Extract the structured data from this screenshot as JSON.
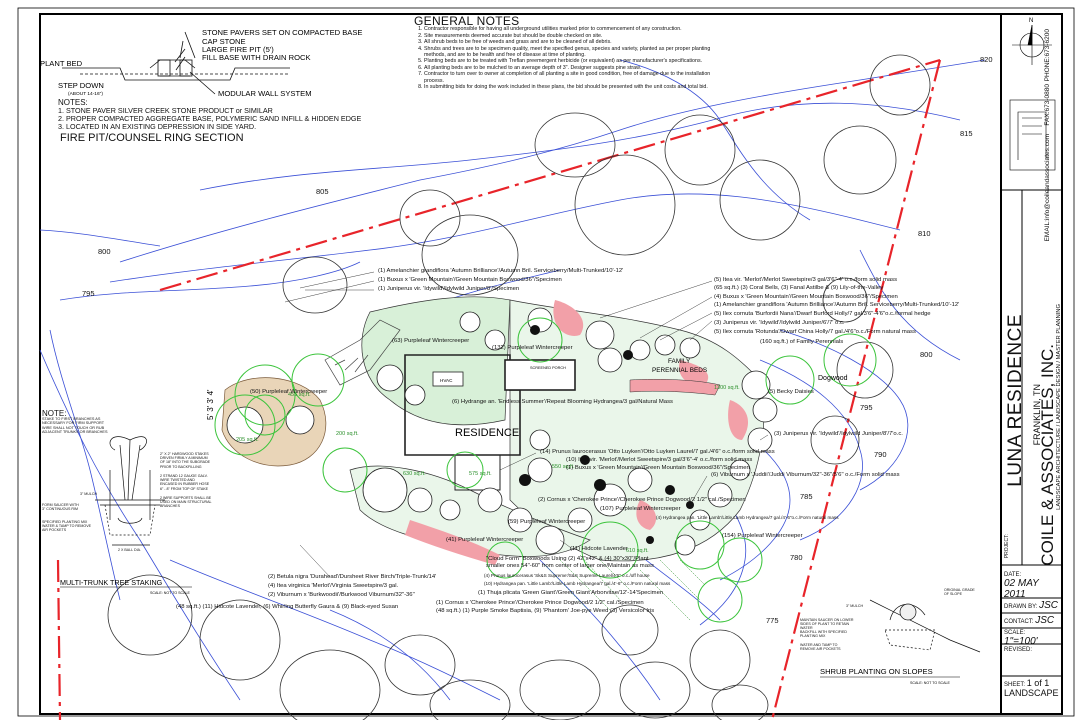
{
  "colors": {
    "ink": "#111111",
    "contour": "#3a4fd6",
    "red": "#e8242a",
    "green": "#3cc43c",
    "pink": "#f2a0a8",
    "tan": "#d9b48a"
  },
  "general_notes": {
    "title": "GENERAL NOTES",
    "items": [
      "Contractor responsible for having all underground utilities marked prior to commencement of any construction.",
      "Site measurements deemed accurate but should be double checked on site.",
      "All shrub beds to be free of weeds and grass and are to be cleaned of all debris.",
      "Shrubs and trees are to be specimen quality, meet the specified genus, species and variety, planted as per proper planting methods, and are to be health and free of disease at time of planting.",
      "Planting beds are to be treated with Treflan preemergent herbicide (or equivalent) as per manufacturer's specifications.",
      "All planting beds are to be mulched to an average depth of 3\". Designer suggests pine straw.",
      "Contractor to turn over to owner at completion of all planting a site in good condition, free of damage due to the installation process.",
      "In submitting bids for doing the work included in these plans, the bid should be presented with the unit costs and total bid."
    ]
  },
  "fire_pit": {
    "labels": [
      "STONE PAVERS SET ON COMPACTED BASE",
      "CAP STONE",
      "LARGE FIRE PIT (5')",
      "FILL BASE WITH DRAIN ROCK",
      "MODULAR WALL SYSTEM"
    ],
    "plant_bed": "PLANT BED",
    "step_down": "STEP DOWN",
    "step_down_sub": "(ABOUT 14-16\")",
    "notes_title": "NOTES:",
    "notes": [
      "1. STONE PAVER SILVER CREEK STONE PRODUCT or SIMILAR",
      "2. PROPER COMPACTED AGGREGATE BASE, POLYMERIC SAND INFILL & HIDDEN EDGE",
      "3. LOCATED IN AN EXISTING DEPRESSION IN SIDE YARD."
    ],
    "section_title": "FIRE PIT/COUNSEL RING SECTION"
  },
  "contours": [
    "820",
    "815",
    "810",
    "805",
    "800",
    "795",
    "790",
    "785",
    "780",
    "775",
    "800",
    "795"
  ],
  "house": {
    "label": "RESIDENCE",
    "porch": "SCREENED PORCH",
    "hvac": "HVAC",
    "family_beds": "FAMILY PERENNIAL BEDS",
    "dogwood": "Dogwood"
  },
  "areas": [
    "455 sq.ft.",
    "200 sq.ft.",
    "205 sq.ft.",
    "630 sq.ft.",
    "575 sq.ft.",
    "550 sq.ft.",
    "1300 sq.ft.",
    "610 sq.ft."
  ],
  "dims": [
    "5' 3' 3' 4'"
  ],
  "plant_labels_top": [
    "(1) Amelanchier grandiflora 'Autumn Brilliance'/Autumn Bril. Serviceberry/Multi-Trunked/10'-12'",
    "(1) Buxus x 'Green Mountain'/Green Mountain Boxwood/36\"/Specimen",
    "(1) Juniperus vir. 'Idywild'/Idylwild Juniper/8'/Specimen"
  ],
  "plant_labels_right": [
    "(5) Itea vir. 'Merlot'/Merlot Sweetspire/3 gal/3'6\"-4' o.c./form solid mass",
    "(65 sq.ft.) (3) Coral Bells, (3) Fanal Astilbe & (9) Lily-of-the-Valley",
    "(4) Buxus x 'Green Mountain'/Green Mountain Boxwood/36\"/Specimen",
    "(1) Amelanchier grandiflora 'Autumn Brilliance'/Autumn Bril. Serviceberry/Multi-Trunked/10'-12'",
    "(5) Ilex cornuta 'Burfordii Nana'/Dwarf Burford Holly/7 gal/3'6\"-4'6\"o.c./formal hedge",
    "(3) Juniperus vir. 'Idywild'/Idylwild Juniper/6'/7' o.c.",
    "(5) Ilex cornuta 'Rotunda'/Dwarf China Holly/7 gal./4'6\"o.c./Form natural mass",
    "(160 sq.ft.) of Family Perennials"
  ],
  "plant_labels_mid": [
    "(63) Purpleleaf Wintercreeper",
    "(132) Purpleleaf Wintercreeper",
    "(50) Purpleleaf Wintercreeper",
    "(6) Hydrange an. 'Endless Summer'/Repeat Blooming Hydrangea/3 gal/Natural Mass",
    "(5) Becky Daisies",
    "(3) Juniperus vir. 'Idywild'/Idylwild Juniper/8'/7'o.c.",
    "(14) Prunus laurocerasus 'Otto Luyken'/Otto Luyken Laurel/7 gal./4'6\" o.c./form solid mass",
    "(10) Itea vir. 'Merlot'/Merlot Sweetspire/3 gal/3'6\"-4' o.c./form solid mass",
    "(1) Buxus x 'Green Mountain'/Green Mountain Boxwood/36\"/Specimen",
    "(6) Viburnum x 'Juddii'/Juddi Viburnum/32\"-36\"/5'6\" o.c./Form solid mass",
    "(2) Cornus x 'Cherokee Prince'/Cherokee Prince Dogwood/2 1/2\" cal./Specimen",
    "(107) Purpleleaf Wintercreeper",
    "(4) Hydrangea pan. 'Little Lamb'/Little Lamb Hydrangea/7 gal./4'-6\"o.c./Form natural mass",
    "(59) Purpleleaf Wintercreeper",
    "(41) Purpleleaf Wintercreeper",
    "(154) Purpleleaf Wintercreeper"
  ],
  "plant_labels_bottom": [
    "(11) Hidcote Lavender",
    "\"Cloud Form\" Boxwoods Using (2) 42\"x42\" & (4) 30\"x30\"/Plant",
    "smaller ones 54\"-60\" from center of larger one/Maintain as mass",
    "(2) Betula nigra 'Durahead'/Dursheet River Birch/Triple-Trunk/14'",
    "(4) Itea virginica 'Merlot'/Virginia Sweetspire/3 gal.",
    "(2) Viburnum x 'Burkwoodii'/Burkwood Viburnum/32\"-36\"",
    "(48 sq.ft.) (11) Hidcote Lavender, (6) Whirling Butterfly Gaura & (9) Black-eyed Susan",
    "(4) Prunus laurocerasus 'Sk&S Supreme'/S&S Supreme Laurel/4'6\" o.c./off house",
    "(10) Hydrangea pan. 'Little Lamb'/Little Lamb Hydrangea/7 gal./4'-6\" o.c./Form natural mass",
    "(1) Thuja plicata 'Green Giant'/Green Giant Arborvitae/12'-14'Specimen",
    "(1) Cornus x 'Cherokee Prince'/Cherokee Prince Dogwood/2 1/2\" cal./Specimen",
    "(48 sq.ft.) (1) Purple Smoke Baptisia, (9) 'Phantom' Joe-pye Weed (3) Versicolor Iris"
  ],
  "tree_staking": {
    "note_title": "NOTE:",
    "notes": [
      "STAKE TO FIRST BRANCHES AS NECESSARY FOR FIRM SUPPORT",
      "WIRE SHALL NOT TOUCH OR RUB ADJACENT TRUNKS OR BRANCHES"
    ],
    "callouts": [
      "2\" X 2\" HARDWOOD STAKES DRIVEN FIRMLY A MINIMUM OF 18\" INTO THE SUBGRADE PRIOR TO BACKFILLING",
      "2 STRAND 12 GAUGE GALV. WIRE TWISTED AND ENCASED IN RUBBER HOSE 6\" - 8\" FROM TOP OF STAKE",
      "2 WIRE SUPPORTS SHALL BE USED ON MAIN STRUCTURAL BRANCHES",
      "3\" MULCH",
      "FORM SAUCER WITH 3\" CONTINUOUS RIM",
      "SPECIFIED PLANTING MIX WATER & TAMP TO REMOVE AIR POCKETS",
      "2 X BALL DIA."
    ],
    "title": "MULTI-TRUNK TREE STAKING",
    "scale": "SCALE: NOT TO SCALE"
  },
  "shrub_slopes": {
    "title": "SHRUB PLANTING ON SLOPES",
    "scale": "SCALE: NOT TO SCALE",
    "callouts": [
      "3\" MULCH",
      "ORIGINAL GRADE OF SLOPE",
      "MAINTAIN SAUCER ON LOWER SIDES OF PLANT TO RETAIN WATER",
      "BACKFILL WITH SPECIFIED PLANTING MIX",
      "WATER AND TAMP TO REMOVE AIR POCKETS"
    ]
  },
  "title_block": {
    "project_label": "PROJECT:",
    "project": "LUNA RESIDENCE",
    "location": "FRANKLIN, TN",
    "firm": "COILE & ASSOCIATES, INC.",
    "firm_sub": "LANDSCAPE ARCHITECTURE / LANDSCAPE DESIGN / MASTER PLANNING",
    "phone": "PHONE:673-6200",
    "fax": "FAX:673-0880",
    "email": "EMAIL:info@coileandassociates.com",
    "date_label": "DATE:",
    "date": "02 MAY 2011",
    "drawn_label": "DRAWN BY:",
    "drawn": "JSC",
    "contact_label": "CONTACT:",
    "contact": "JSC",
    "scale_label": "SCALE:",
    "scale": "1\"=100'",
    "revised_label": "REVISED:",
    "sheet_label": "SHEET:",
    "sheet": "1 of 1",
    "sheet_name": "LANDSCAPE"
  }
}
